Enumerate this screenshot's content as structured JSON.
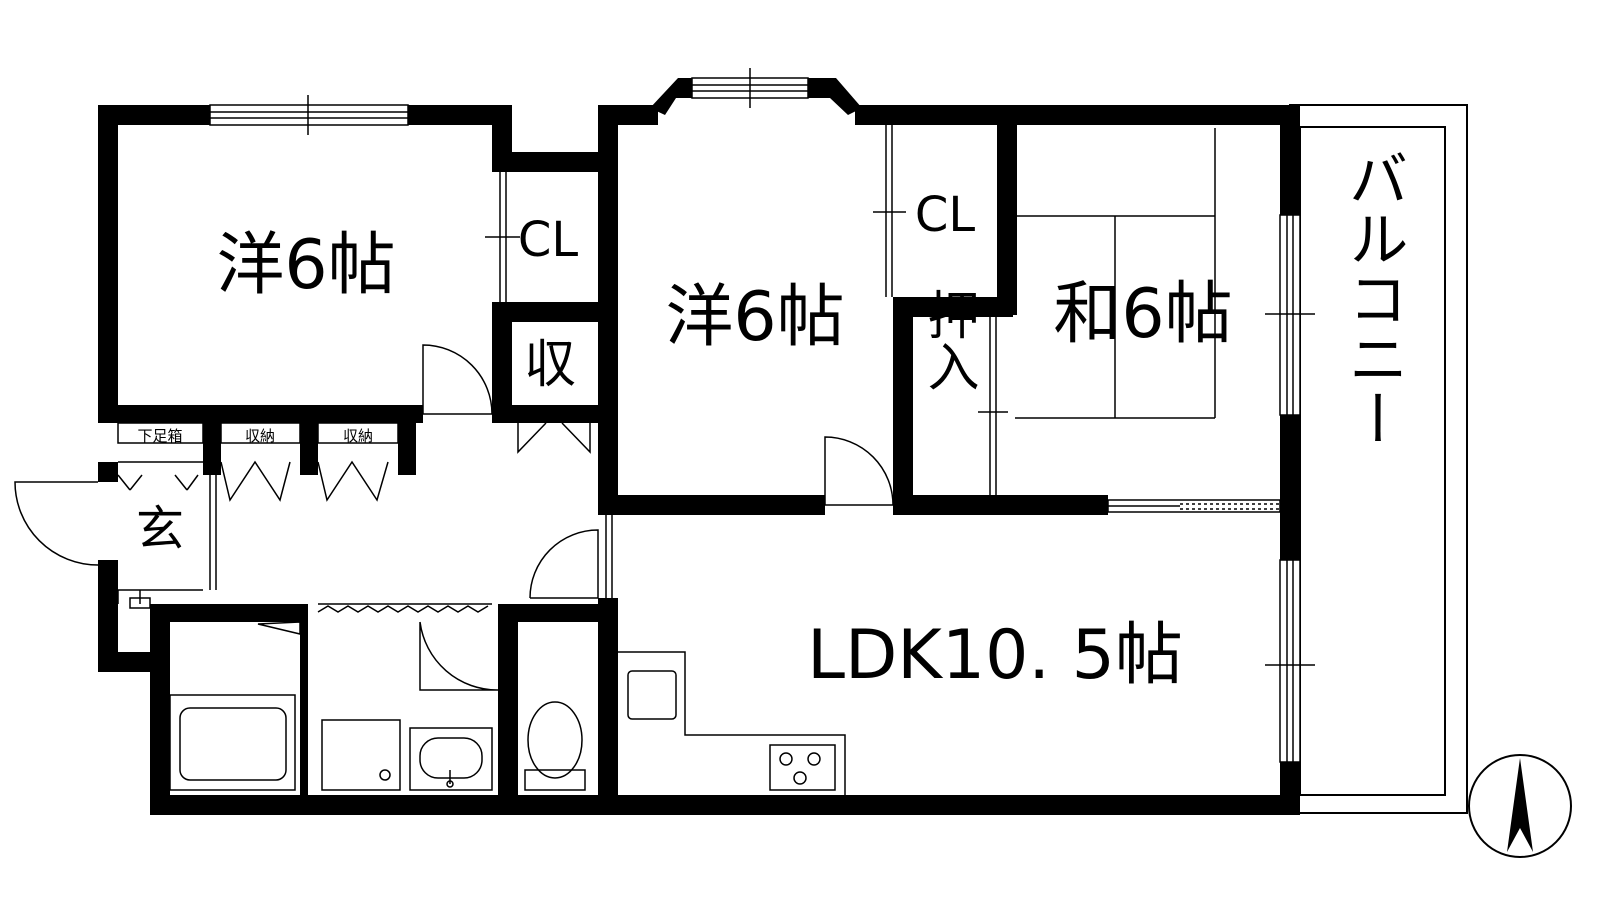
{
  "rooms": {
    "western_1": "洋6帖",
    "western_2": "洋6帖",
    "japanese": "和6帖",
    "ldk": "LDK10. 5帖",
    "balcony": "バルコニー"
  },
  "storage": {
    "closet_1": "CL",
    "closet_2": "CL",
    "storage_small": "収",
    "oshiire": "押入",
    "entrance": "玄",
    "shoe_box": "下足箱",
    "shuno_1": "収納",
    "shuno_2": "収納"
  },
  "colors": {
    "wall": "#000000",
    "background": "#ffffff"
  },
  "icons": {
    "north": "north-arrow-icon"
  }
}
